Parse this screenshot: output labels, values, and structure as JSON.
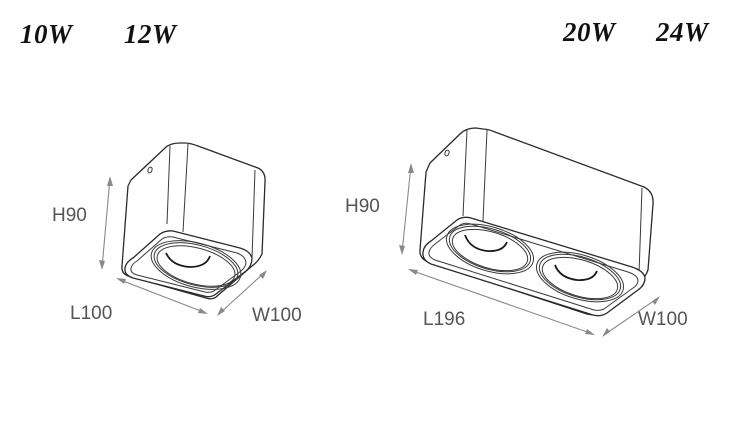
{
  "left_product": {
    "wattages": [
      "10W",
      "12W"
    ],
    "height_label": "H90",
    "length_label": "L100",
    "width_label": "W100",
    "lamp_count": 1
  },
  "right_product": {
    "wattages": [
      "20W",
      "24W"
    ],
    "height_label": "H90",
    "length_label": "L196",
    "width_label": "W100",
    "lamp_count": 2
  },
  "colors": {
    "background": "#ffffff",
    "outline": "#2a2a2a",
    "dimension_lines": "#8a8a8a",
    "dimension_text": "#555555",
    "title_text": "#111111"
  }
}
